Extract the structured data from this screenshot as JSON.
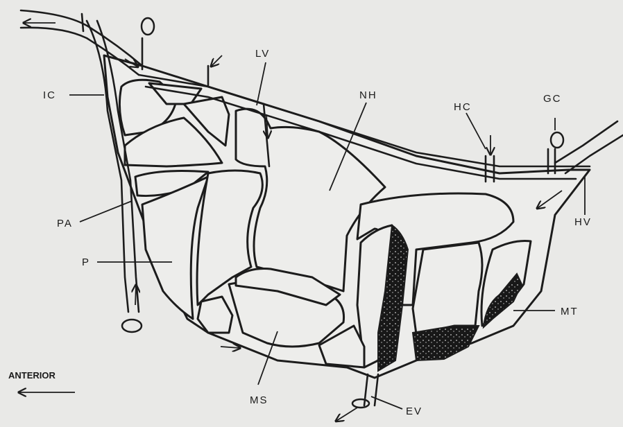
{
  "labels": {
    "ic": "IC",
    "lv": "LV",
    "nh": "NH",
    "hc": "HC",
    "gc": "GC",
    "hv": "HV",
    "pa": "PA",
    "p": "P",
    "mt": "MT",
    "ms": "MS",
    "ev": "EV",
    "anterior": "ANTERIOR"
  },
  "colors": {
    "background": "#e9e9e7",
    "ink": "#1c1c1c",
    "lobe_fill": "#ededeb"
  }
}
